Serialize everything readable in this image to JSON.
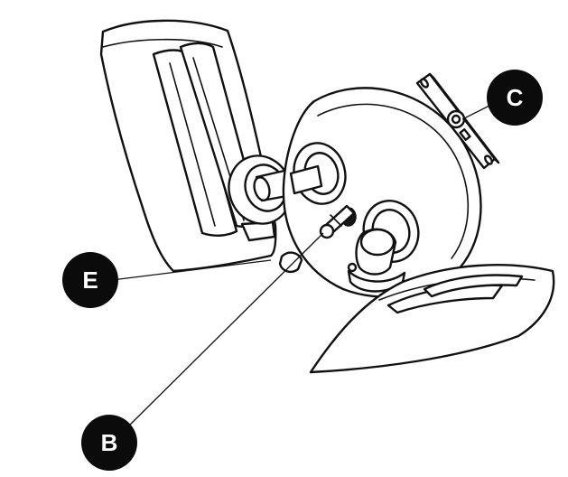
{
  "callouts": {
    "c": {
      "label": "C"
    },
    "e": {
      "label": "E"
    },
    "b": {
      "label": "B"
    }
  },
  "colors": {
    "line": "#111111",
    "badge": "#0b0b0b",
    "badge_text": "#ffffff",
    "background": "#ffffff"
  }
}
